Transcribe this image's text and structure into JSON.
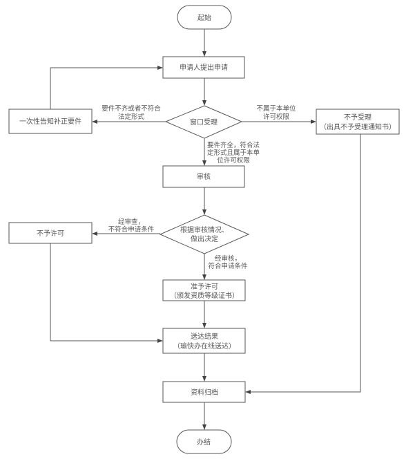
{
  "diagram": {
    "type": "flowchart",
    "nodes": {
      "start": {
        "label": "起始",
        "shape": "terminal"
      },
      "apply": {
        "label": "申请人提出申请",
        "shape": "process"
      },
      "window": {
        "label": "窗口受理",
        "shape": "decision"
      },
      "notify": {
        "label": "一次性告知补正要件",
        "shape": "process"
      },
      "reject_accept": {
        "label": "不予受理",
        "sublabel": "（出具不予受理通知书）",
        "shape": "process"
      },
      "review": {
        "label": "审核",
        "shape": "process"
      },
      "decide": {
        "label": "根据审核情况、",
        "sublabel": "做出决定",
        "shape": "decision"
      },
      "deny": {
        "label": "不予许可",
        "shape": "process"
      },
      "grant": {
        "label": "准予许可",
        "sublabel": "（颁发资质等级证书）",
        "shape": "process"
      },
      "deliver": {
        "label": "送达结果",
        "sublabel": "（瑜快办在线送达）",
        "shape": "process"
      },
      "archive": {
        "label": "资料归档",
        "shape": "process"
      },
      "end": {
        "label": "办结",
        "shape": "terminal"
      }
    },
    "edge_labels": {
      "window_to_notify": [
        "要件不齐或者不符合",
        "法定形式"
      ],
      "window_to_reject": [
        "不属于本单位",
        "许可权限"
      ],
      "window_to_review": [
        "要件齐全，符合法",
        "定形式且属于本单",
        "位许可权限"
      ],
      "decide_to_deny": [
        "经审查，",
        "不符合申请条件"
      ],
      "decide_to_grant": [
        "经审核，",
        "符合申请条件"
      ]
    },
    "colors": {
      "stroke": "#555555",
      "text": "#555555",
      "background": "#ffffff"
    }
  }
}
